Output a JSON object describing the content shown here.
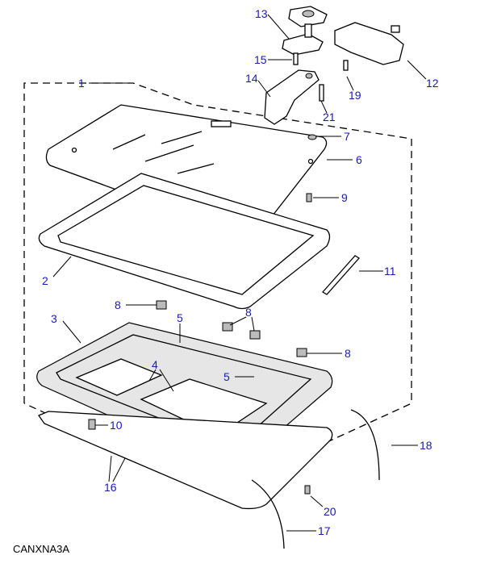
{
  "diagram": {
    "code": "CANXNA3A",
    "callouts": [
      "1",
      "2",
      "3",
      "4",
      "5",
      "5",
      "6",
      "7",
      "8",
      "8",
      "8",
      "9",
      "10",
      "11",
      "12",
      "13",
      "14",
      "15",
      "16",
      "17",
      "18",
      "19",
      "20",
      "21"
    ]
  },
  "colors": {
    "callout": "#1a1ab4",
    "line": "#000000",
    "glass_streak": "#8fc08f"
  }
}
